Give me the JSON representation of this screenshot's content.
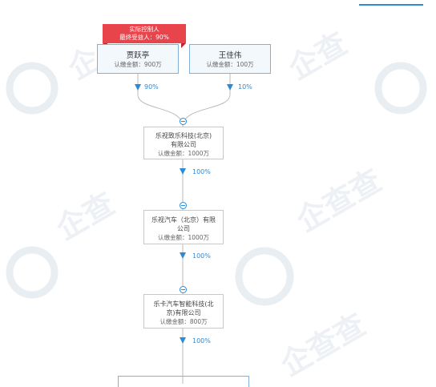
{
  "controller_tag": {
    "line1": "实际控制人",
    "line2": "最终受益人：90%"
  },
  "shareholders": [
    {
      "name": "贾跃亭",
      "amount": "认缴金额：900万",
      "percent": "90%"
    },
    {
      "name": "王佳伟",
      "amount": "认缴金额：100万",
      "percent": "10%"
    }
  ],
  "companies": [
    {
      "name_lines": [
        "乐视致乐科技(北京)",
        "有限公司"
      ],
      "amount": "认缴金额：1000万",
      "percent_below": "100%"
    },
    {
      "name_lines": [
        "乐视汽车（北京）有限",
        "公司"
      ],
      "amount": "认缴金额：1000万",
      "percent_below": "100%"
    },
    {
      "name_lines": [
        "乐卡汽车智能科技(北",
        "京)有限公司"
      ],
      "amount": "认缴金额：800万",
      "percent_below": "100%"
    }
  ],
  "colors": {
    "accent": "#2d8bd6",
    "tag_red": "#e8444c",
    "line_gray": "#bbbbbb",
    "box_border": "#c8c8c8",
    "watermark": "#e9eef3"
  }
}
